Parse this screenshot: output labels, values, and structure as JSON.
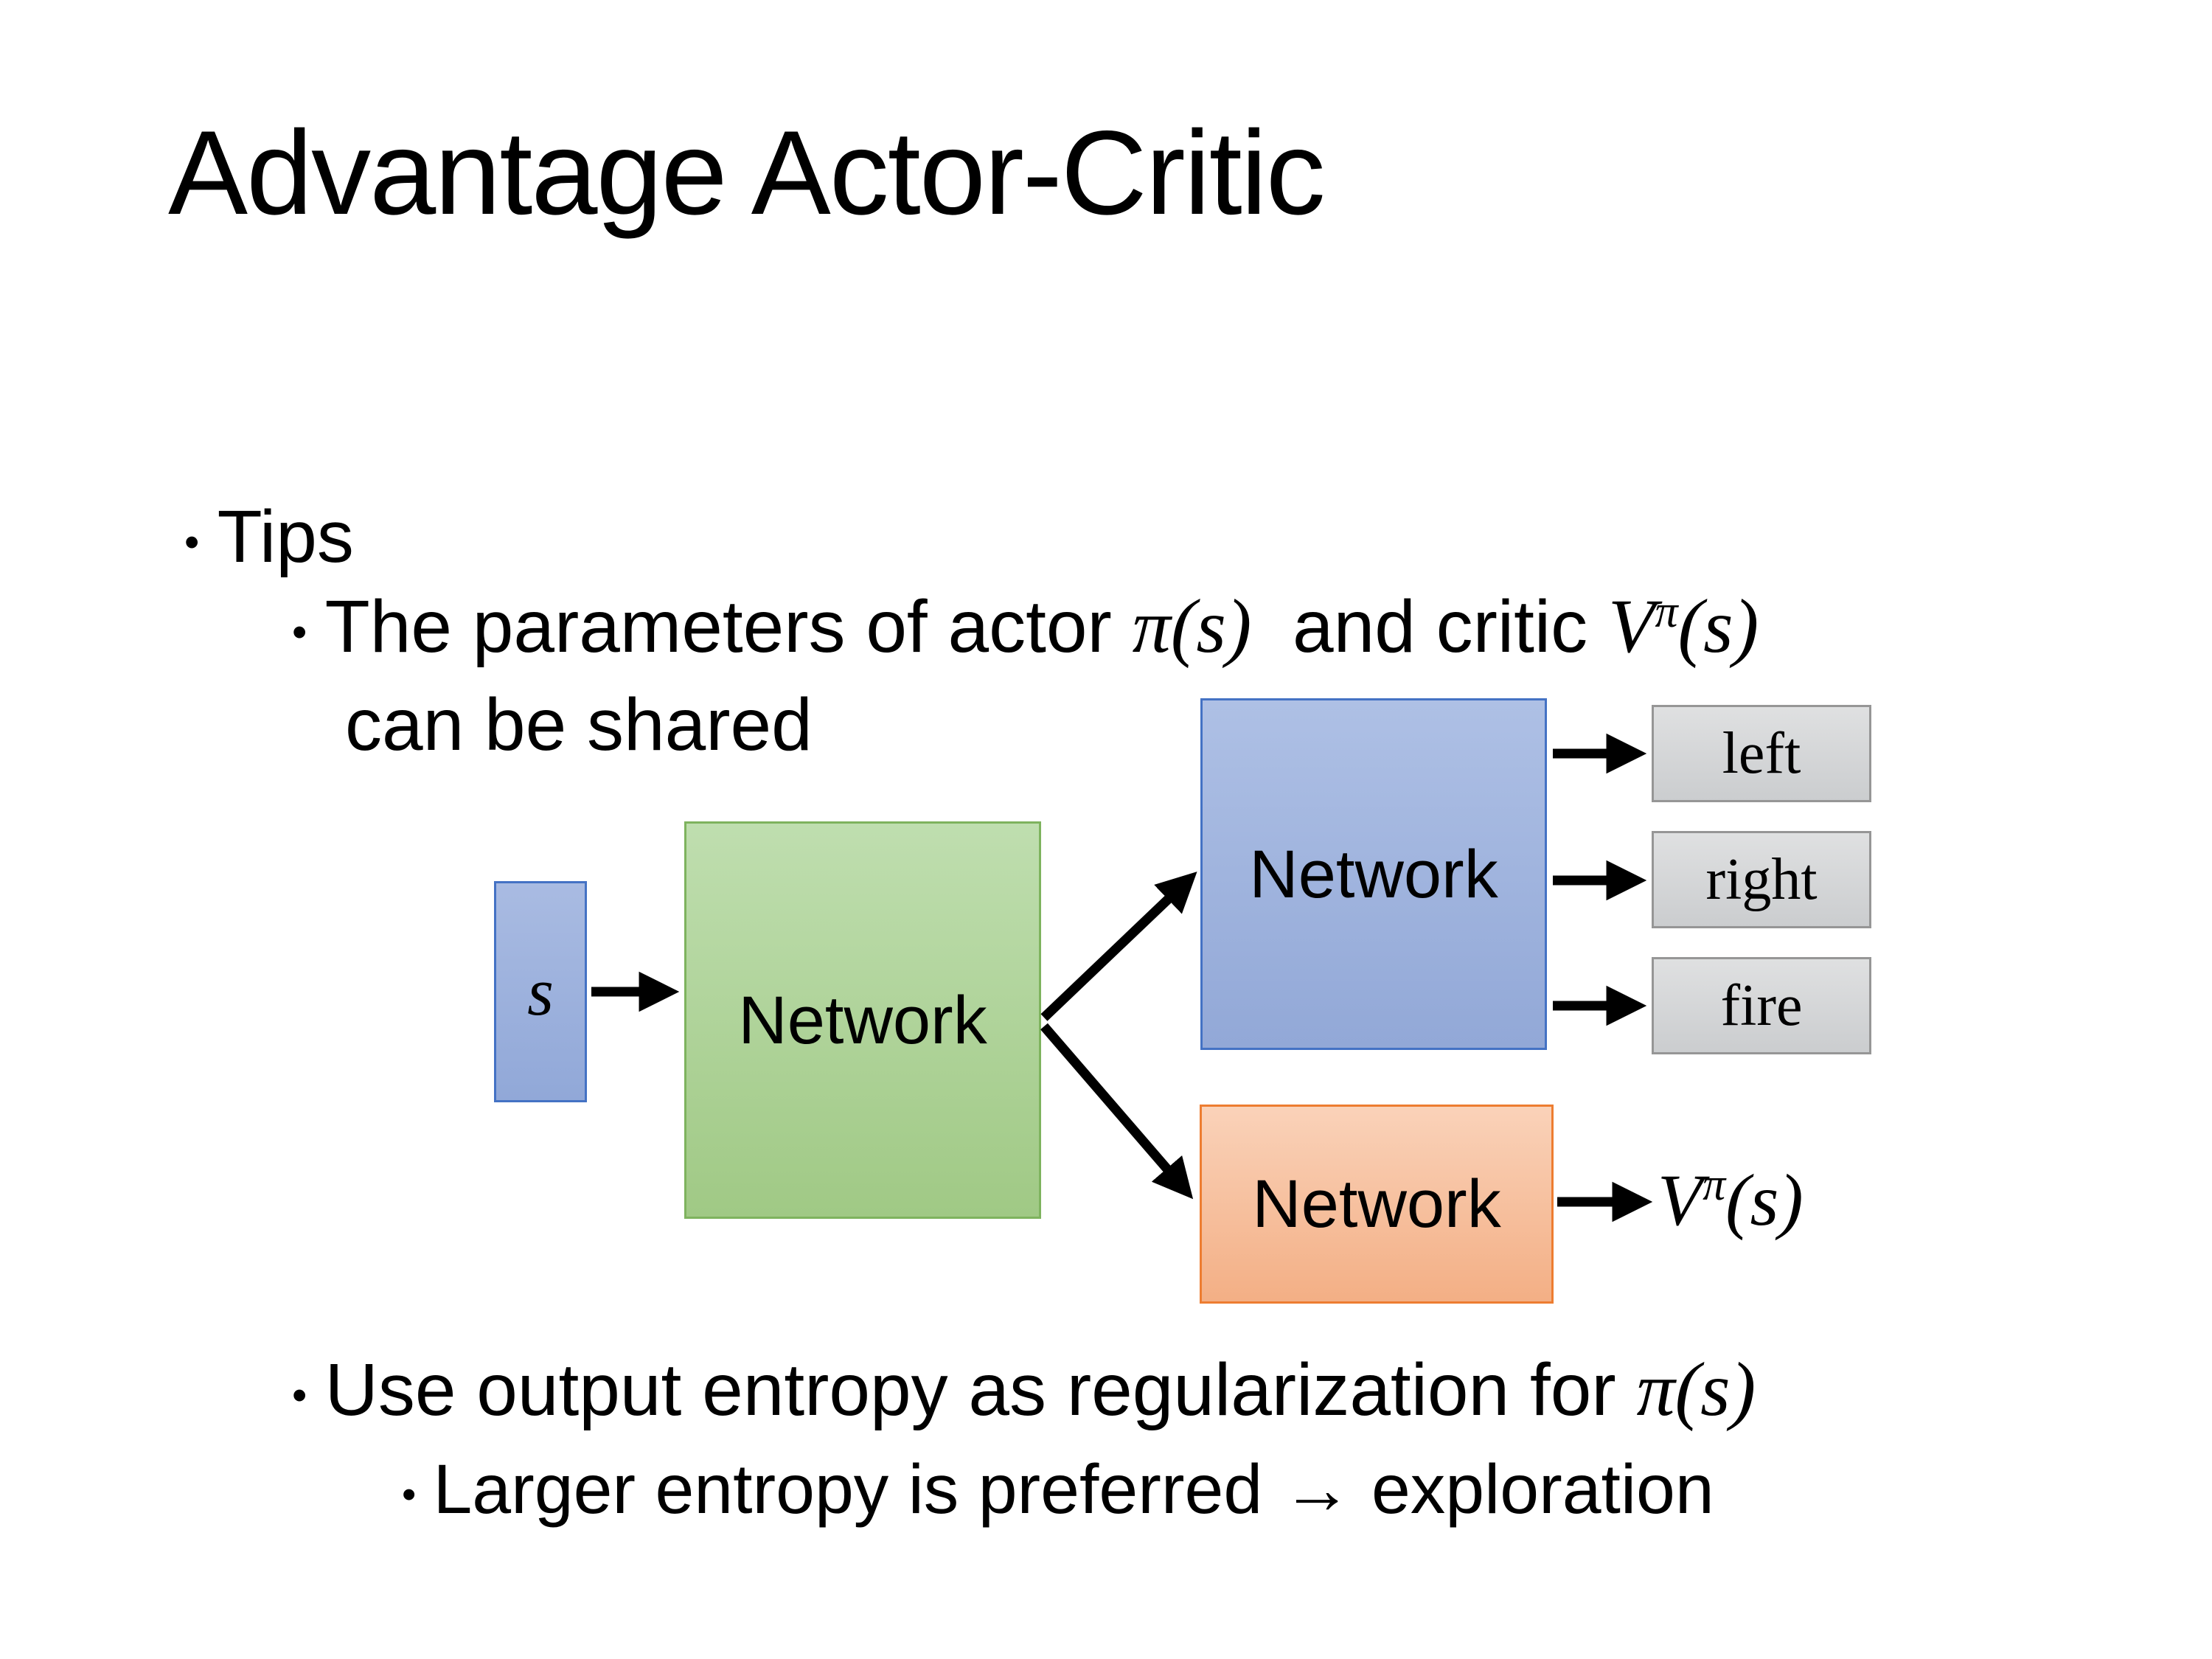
{
  "slide": {
    "title": "Advantage Actor-Critic",
    "bullets": {
      "bullet_glyph": "•",
      "tips_label": "Tips",
      "sub1_pre": "The parameters of actor ",
      "sub1_math1": "π(s)",
      "sub1_mid": "  and critic ",
      "sub1_math2_base": "V",
      "sub1_math2_sup": "π",
      "sub1_math2_args": "(s)",
      "sub1_line2": "can be shared",
      "sub2_pre": "Use output entropy as regularization for ",
      "sub2_math": "π(s)",
      "sub3_text": "Larger entropy is preferred → exploration"
    },
    "diagram": {
      "state_label": "s",
      "shared_network_label": "Network",
      "actor_network_label": "Network",
      "critic_network_label": "Network",
      "actions": [
        "left",
        "right",
        "fire"
      ],
      "critic_output_base": "V",
      "critic_output_sup": "π",
      "critic_output_args": "(s)",
      "colors": {
        "state_fill_top": "#A9BBE2",
        "state_fill_bottom": "#91A8D8",
        "state_border": "#4472C4",
        "shared_fill_top": "#BFDEAF",
        "shared_fill_bottom": "#A0C985",
        "shared_border": "#7EB35E",
        "actor_fill_top": "#AEC0E5",
        "actor_fill_bottom": "#92A8D7",
        "actor_border": "#4472C4",
        "critic_fill_top": "#FAD2B9",
        "critic_fill_bottom": "#F3AF85",
        "critic_border": "#ED7D31",
        "action_fill_top": "#DFE0E1",
        "action_fill_bottom": "#CBCDCF",
        "action_border": "#969696",
        "arrow": "#000000"
      }
    }
  }
}
